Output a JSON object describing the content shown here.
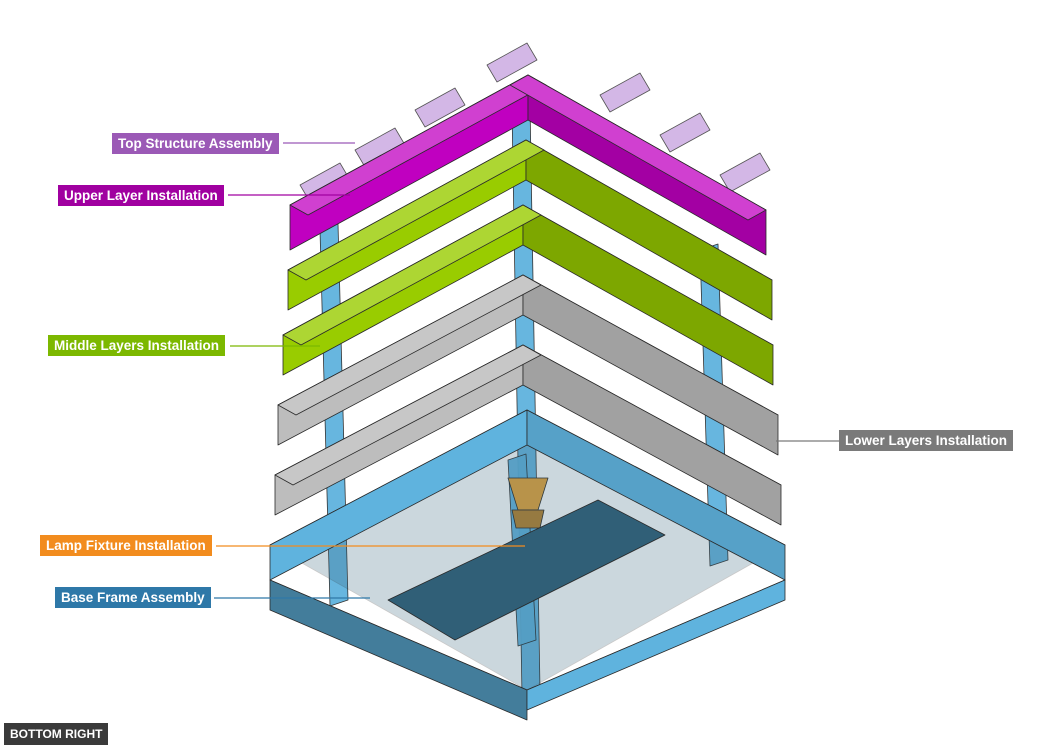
{
  "colors": {
    "top": "#c000c0",
    "middle": "#99cc00",
    "lower": "#bdbdbd",
    "base": "#5fb3de",
    "lamp": "#e6a43a",
    "label_top": "#9b59b6",
    "label_upper": "#a000a0",
    "label_middle": "#7cb800",
    "label_lower": "#7a7a7a",
    "label_lamp": "#f28c1e",
    "label_base": "#2e78a8"
  },
  "labels": {
    "top_structure": "Top Structure Assembly",
    "upper_layer": "Upper Layer Installation",
    "middle_layers": "Middle Layers Installation",
    "lower_layers": "Lower Layers Installation",
    "lamp_fixture": "Lamp Fixture Installation",
    "base_frame": "Base Frame Assembly"
  },
  "view": {
    "corner_label": "BOTTOM RIGHT"
  }
}
